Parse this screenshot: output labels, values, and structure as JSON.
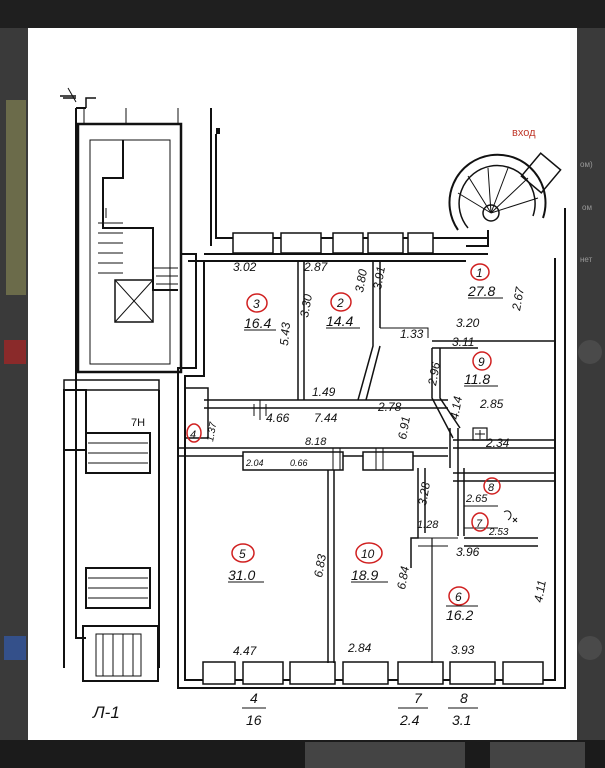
{
  "viewer": {
    "side_texts": [
      "ом)",
      "ом",
      "нет"
    ]
  },
  "plan": {
    "entrance_label": "вход",
    "sheet_label": "Л-1",
    "rooms": [
      {
        "number": "1",
        "area": "27.8"
      },
      {
        "number": "2",
        "area": "14.4"
      },
      {
        "number": "3",
        "area": "16.4"
      },
      {
        "number": "4",
        "area": ""
      },
      {
        "number": "5",
        "area": "31.0"
      },
      {
        "number": "6",
        "area": "16.2"
      },
      {
        "number": "7",
        "area": ""
      },
      {
        "number": "8",
        "area": ""
      },
      {
        "number": "9",
        "area": "11.8"
      },
      {
        "number": "10",
        "area": "18.9"
      }
    ],
    "dimensions": [
      "3.02",
      "2.87",
      "3.91",
      "3.80",
      "3.30",
      "5.43",
      "2.67",
      "3.20",
      "1.33",
      "3.11",
      "2.96",
      "4.14",
      "2.85",
      "2.34",
      "1.49",
      "4.66",
      "7.44",
      "2.78",
      "6.91",
      "1.37",
      "8.18",
      "2.04",
      "0.66",
      "3.28",
      "2.65",
      "1.28",
      "3.96",
      "2.53",
      "6.83",
      "6.84",
      "4.11",
      "4.47",
      "2.84",
      "3.93",
      "7Н"
    ],
    "bottom_labels": [
      {
        "top": "4",
        "bottom": "16"
      },
      {
        "top": "7",
        "bottom": "2.4"
      },
      {
        "top": "8",
        "bottom": "3.1"
      }
    ]
  }
}
